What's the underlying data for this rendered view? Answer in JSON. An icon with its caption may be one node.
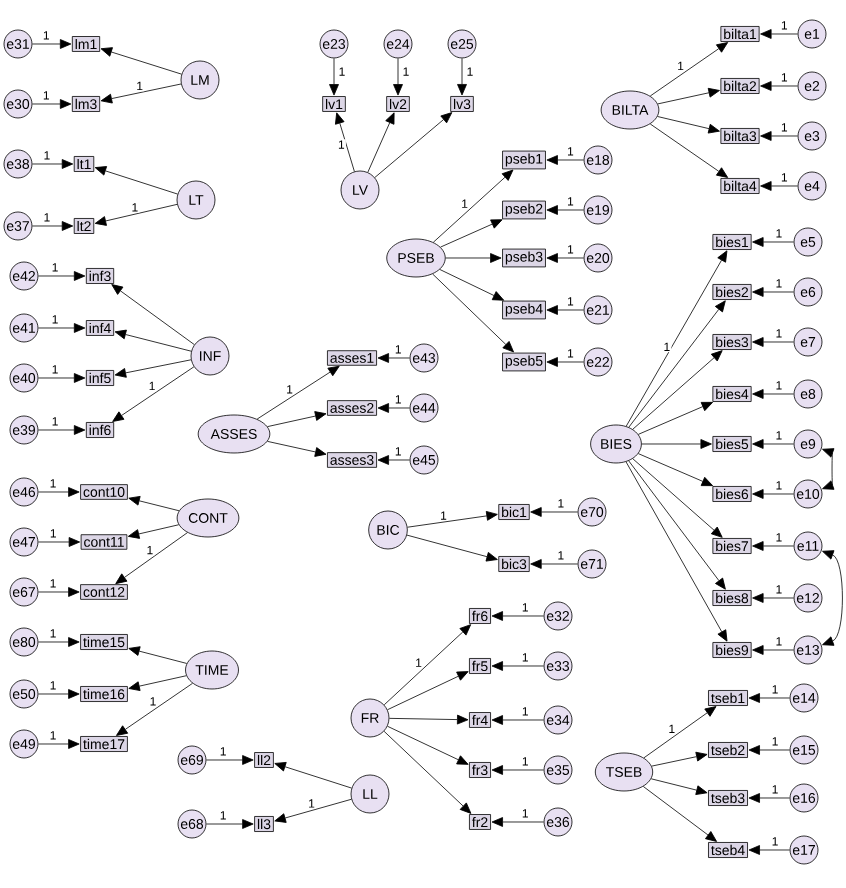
{
  "diagram": {
    "nodes": [
      {
        "text": [
          "LM"
        ]
      },
      {
        "text": [
          "lm1"
        ]
      },
      {
        "text": [
          "e31"
        ]
      },
      {
        "text": [
          "lm3"
        ]
      },
      {
        "text": [
          "e30"
        ]
      },
      {
        "text": [
          "LT"
        ]
      },
      {
        "text": [
          "lt1"
        ]
      },
      {
        "text": [
          "e38"
        ]
      },
      {
        "text": [
          "lt2"
        ]
      },
      {
        "text": [
          "e37"
        ]
      },
      {
        "text": [
          "INF"
        ]
      },
      {
        "text": [
          "inf3"
        ]
      },
      {
        "text": [
          "e42"
        ]
      },
      {
        "text": [
          "inf4"
        ]
      },
      {
        "text": [
          "e41"
        ]
      },
      {
        "text": [
          "inf5"
        ]
      },
      {
        "text": [
          "e40"
        ]
      },
      {
        "text": [
          "inf6"
        ]
      },
      {
        "text": [
          "e39"
        ]
      },
      {
        "text": [
          "CONT"
        ]
      },
      {
        "text": [
          "cont10"
        ]
      },
      {
        "text": [
          "e46"
        ]
      },
      {
        "text": [
          "cont11"
        ]
      },
      {
        "text": [
          "e47"
        ]
      },
      {
        "text": [
          "cont12"
        ]
      },
      {
        "text": [
          "e67"
        ]
      },
      {
        "text": [
          "TIME"
        ]
      },
      {
        "text": [
          "time15"
        ]
      },
      {
        "text": [
          "e80"
        ]
      },
      {
        "text": [
          "time16"
        ]
      },
      {
        "text": [
          "e50"
        ]
      },
      {
        "text": [
          "time17"
        ]
      },
      {
        "text": [
          "e49"
        ]
      },
      {
        "text": [
          "LL"
        ]
      },
      {
        "text": [
          "ll2"
        ]
      },
      {
        "text": [
          "e69"
        ]
      },
      {
        "text": [
          "ll3"
        ]
      },
      {
        "text": [
          "e68"
        ]
      },
      {
        "text": [
          "LV"
        ]
      },
      {
        "text": [
          "lv1"
        ]
      },
      {
        "text": [
          "e23"
        ]
      },
      {
        "text": [
          "lv2"
        ]
      },
      {
        "text": [
          "e24"
        ]
      },
      {
        "text": [
          "lv3"
        ]
      },
      {
        "text": [
          "e25"
        ]
      },
      {
        "text": [
          "ASSES"
        ]
      },
      {
        "text": [
          "asses1"
        ]
      },
      {
        "text": [
          "e43"
        ]
      },
      {
        "text": [
          "asses2"
        ]
      },
      {
        "text": [
          "e44"
        ]
      },
      {
        "text": [
          "asses3"
        ]
      },
      {
        "text": [
          "e45"
        ]
      },
      {
        "text": [
          "PSEB"
        ]
      },
      {
        "text": [
          "pseb1"
        ]
      },
      {
        "text": [
          "e18"
        ]
      },
      {
        "text": [
          "pseb2"
        ]
      },
      {
        "text": [
          "e19"
        ]
      },
      {
        "text": [
          "pseb3"
        ]
      },
      {
        "text": [
          "e20"
        ]
      },
      {
        "text": [
          "pseb4"
        ]
      },
      {
        "text": [
          "e21"
        ]
      },
      {
        "text": [
          "pseb5"
        ]
      },
      {
        "text": [
          "e22"
        ]
      },
      {
        "text": [
          "BILTA"
        ]
      },
      {
        "text": [
          "bilta1"
        ]
      },
      {
        "text": [
          "e1"
        ]
      },
      {
        "text": [
          "bilta2"
        ]
      },
      {
        "text": [
          "e2"
        ]
      },
      {
        "text": [
          "bilta3"
        ]
      },
      {
        "text": [
          "e3"
        ]
      },
      {
        "text": [
          "bilta4"
        ]
      },
      {
        "text": [
          "e4"
        ]
      },
      {
        "text": [
          "BIES"
        ]
      },
      {
        "text": [
          "bies1"
        ]
      },
      {
        "text": [
          "e5"
        ]
      },
      {
        "text": [
          "bies2"
        ]
      },
      {
        "text": [
          "e6"
        ]
      },
      {
        "text": [
          "bies3"
        ]
      },
      {
        "text": [
          "e7"
        ]
      },
      {
        "text": [
          "bies4"
        ]
      },
      {
        "text": [
          "e8"
        ]
      },
      {
        "text": [
          "bies5"
        ]
      },
      {
        "text": [
          "e9"
        ]
      },
      {
        "text": [
          "bies6"
        ]
      },
      {
        "text": [
          "e10"
        ]
      },
      {
        "text": [
          "bies7"
        ]
      },
      {
        "text": [
          "e11"
        ]
      },
      {
        "text": [
          "bies8"
        ]
      },
      {
        "text": [
          "e12"
        ]
      },
      {
        "text": [
          "bies9"
        ]
      },
      {
        "text": [
          "e13"
        ]
      },
      {
        "text": [
          "BIC"
        ]
      },
      {
        "text": [
          "bic1"
        ]
      },
      {
        "text": [
          "e70"
        ]
      },
      {
        "text": [
          "bic3"
        ]
      },
      {
        "text": [
          "e71"
        ]
      },
      {
        "text": [
          "FR"
        ]
      },
      {
        "text": [
          "fr6"
        ]
      },
      {
        "text": [
          "e32"
        ]
      },
      {
        "text": [
          "fr5"
        ]
      },
      {
        "text": [
          "e33"
        ]
      },
      {
        "text": [
          "fr4"
        ]
      },
      {
        "text": [
          "e34"
        ]
      },
      {
        "text": [
          "fr3"
        ]
      },
      {
        "text": [
          "e35"
        ]
      },
      {
        "text": [
          "fr2"
        ]
      },
      {
        "text": [
          "e36"
        ]
      },
      {
        "text": [
          "TSEB"
        ]
      },
      {
        "text": [
          "tseb1"
        ]
      },
      {
        "text": [
          "e14"
        ]
      },
      {
        "text": [
          "tseb2"
        ]
      },
      {
        "text": [
          "e15"
        ]
      },
      {
        "text": [
          "tseb3"
        ]
      },
      {
        "text": [
          "e16"
        ]
      },
      {
        "text": [
          "tseb4"
        ]
      },
      {
        "text": [
          "e17"
        ]
      }
    ],
    "edges": [
      {
        "from": 0,
        "to": 1,
        "arrow": "to"
      },
      {
        "from": 2,
        "to": 1,
        "arrow": "to",
        "label": "1"
      },
      {
        "from": 0,
        "to": 3,
        "arrow": "to",
        "label": "1"
      },
      {
        "from": 4,
        "to": 3,
        "arrow": "to",
        "label": "1"
      },
      {
        "from": 5,
        "to": 6,
        "arrow": "to"
      },
      {
        "from": 7,
        "to": 6,
        "arrow": "to",
        "label": "1"
      },
      {
        "from": 5,
        "to": 8,
        "arrow": "to",
        "label": "1"
      },
      {
        "from": 9,
        "to": 8,
        "arrow": "to",
        "label": "1"
      },
      {
        "from": 10,
        "to": 11,
        "arrow": "to"
      },
      {
        "from": 12,
        "to": 11,
        "arrow": "to",
        "label": "1"
      },
      {
        "from": 10,
        "to": 13,
        "arrow": "to"
      },
      {
        "from": 14,
        "to": 13,
        "arrow": "to",
        "label": "1"
      },
      {
        "from": 10,
        "to": 15,
        "arrow": "to"
      },
      {
        "from": 16,
        "to": 15,
        "arrow": "to",
        "label": "1"
      },
      {
        "from": 10,
        "to": 17,
        "arrow": "to",
        "label": "1"
      },
      {
        "from": 18,
        "to": 17,
        "arrow": "to",
        "label": "1"
      },
      {
        "from": 19,
        "to": 20,
        "arrow": "to"
      },
      {
        "from": 21,
        "to": 20,
        "arrow": "to",
        "label": "1"
      },
      {
        "from": 19,
        "to": 22,
        "arrow": "to"
      },
      {
        "from": 23,
        "to": 22,
        "arrow": "to",
        "label": "1"
      },
      {
        "from": 19,
        "to": 24,
        "arrow": "to",
        "label": "1"
      },
      {
        "from": 25,
        "to": 24,
        "arrow": "to",
        "label": "1"
      },
      {
        "from": 26,
        "to": 27,
        "arrow": "to"
      },
      {
        "from": 28,
        "to": 27,
        "arrow": "to",
        "label": "1"
      },
      {
        "from": 26,
        "to": 29,
        "arrow": "to"
      },
      {
        "from": 30,
        "to": 29,
        "arrow": "to",
        "label": "1"
      },
      {
        "from": 26,
        "to": 31,
        "arrow": "to",
        "label": "1"
      },
      {
        "from": 32,
        "to": 31,
        "arrow": "to",
        "label": "1"
      },
      {
        "from": 33,
        "to": 34,
        "arrow": "to"
      },
      {
        "from": 35,
        "to": 34,
        "arrow": "to",
        "label": "1"
      },
      {
        "from": 33,
        "to": 36,
        "arrow": "to",
        "label": "1"
      },
      {
        "from": 37,
        "to": 36,
        "arrow": "to",
        "label": "1"
      },
      {
        "from": 38,
        "to": 39,
        "arrow": "to",
        "label": "1"
      },
      {
        "from": 40,
        "to": 39,
        "arrow": "to",
        "label": "1"
      },
      {
        "from": 38,
        "to": 41,
        "arrow": "to"
      },
      {
        "from": 42,
        "to": 41,
        "arrow": "to",
        "label": "1"
      },
      {
        "from": 38,
        "to": 43,
        "arrow": "to"
      },
      {
        "from": 44,
        "to": 43,
        "arrow": "to",
        "label": "1"
      },
      {
        "from": 45,
        "to": 46,
        "arrow": "to",
        "label": "1"
      },
      {
        "from": 47,
        "to": 46,
        "arrow": "to",
        "label": "1"
      },
      {
        "from": 45,
        "to": 48,
        "arrow": "to"
      },
      {
        "from": 49,
        "to": 48,
        "arrow": "to",
        "label": "1"
      },
      {
        "from": 45,
        "to": 50,
        "arrow": "to"
      },
      {
        "from": 51,
        "to": 50,
        "arrow": "to",
        "label": "1"
      },
      {
        "from": 52,
        "to": 53,
        "arrow": "to",
        "label": "1"
      },
      {
        "from": 54,
        "to": 53,
        "arrow": "to",
        "label": "1"
      },
      {
        "from": 52,
        "to": 55,
        "arrow": "to"
      },
      {
        "from": 56,
        "to": 55,
        "arrow": "to",
        "label": "1"
      },
      {
        "from": 52,
        "to": 57,
        "arrow": "to"
      },
      {
        "from": 58,
        "to": 57,
        "arrow": "to",
        "label": "1"
      },
      {
        "from": 52,
        "to": 59,
        "arrow": "to"
      },
      {
        "from": 60,
        "to": 59,
        "arrow": "to",
        "label": "1"
      },
      {
        "from": 52,
        "to": 61,
        "arrow": "to"
      },
      {
        "from": 62,
        "to": 61,
        "arrow": "to",
        "label": "1"
      },
      {
        "from": 63,
        "to": 64,
        "arrow": "to",
        "label": "1"
      },
      {
        "from": 65,
        "to": 64,
        "arrow": "to",
        "label": "1"
      },
      {
        "from": 63,
        "to": 66,
        "arrow": "to"
      },
      {
        "from": 67,
        "to": 66,
        "arrow": "to",
        "label": "1"
      },
      {
        "from": 63,
        "to": 68,
        "arrow": "to"
      },
      {
        "from": 69,
        "to": 68,
        "arrow": "to",
        "label": "1"
      },
      {
        "from": 63,
        "to": 70,
        "arrow": "to"
      },
      {
        "from": 71,
        "to": 70,
        "arrow": "to",
        "label": "1"
      },
      {
        "from": 72,
        "to": 73,
        "arrow": "to",
        "label": "1"
      },
      {
        "from": 74,
        "to": 73,
        "arrow": "to",
        "label": "1"
      },
      {
        "from": 72,
        "to": 75,
        "arrow": "to"
      },
      {
        "from": 76,
        "to": 75,
        "arrow": "to",
        "label": "1"
      },
      {
        "from": 72,
        "to": 77,
        "arrow": "to"
      },
      {
        "from": 78,
        "to": 77,
        "arrow": "to",
        "label": "1"
      },
      {
        "from": 72,
        "to": 79,
        "arrow": "to"
      },
      {
        "from": 80,
        "to": 79,
        "arrow": "to",
        "label": "1"
      },
      {
        "from": 72,
        "to": 81,
        "arrow": "to"
      },
      {
        "from": 82,
        "to": 81,
        "arrow": "to",
        "label": "1"
      },
      {
        "from": 72,
        "to": 83,
        "arrow": "to"
      },
      {
        "from": 84,
        "to": 83,
        "arrow": "to",
        "label": "1"
      },
      {
        "from": 72,
        "to": 85,
        "arrow": "to"
      },
      {
        "from": 86,
        "to": 85,
        "arrow": "to",
        "label": "1"
      },
      {
        "from": 72,
        "to": 87,
        "arrow": "to"
      },
      {
        "from": 88,
        "to": 87,
        "arrow": "to",
        "label": "1"
      },
      {
        "from": 72,
        "to": 89,
        "arrow": "to"
      },
      {
        "from": 90,
        "to": 89,
        "arrow": "to",
        "label": "1"
      },
      {
        "from": 82,
        "to": 84,
        "arrow": "both"
      },
      {
        "from": 86,
        "to": 90,
        "arrow": "both"
      },
      {
        "from": 91,
        "to": 92,
        "arrow": "to",
        "label": "1"
      },
      {
        "from": 93,
        "to": 92,
        "arrow": "to",
        "label": "1"
      },
      {
        "from": 91,
        "to": 94,
        "arrow": "to"
      },
      {
        "from": 95,
        "to": 94,
        "arrow": "to",
        "label": "1"
      },
      {
        "from": 96,
        "to": 97,
        "arrow": "to",
        "label": "1"
      },
      {
        "from": 98,
        "to": 97,
        "arrow": "to",
        "label": "1"
      },
      {
        "from": 96,
        "to": 99,
        "arrow": "to"
      },
      {
        "from": 100,
        "to": 99,
        "arrow": "to",
        "label": "1"
      },
      {
        "from": 96,
        "to": 101,
        "arrow": "to"
      },
      {
        "from": 102,
        "to": 101,
        "arrow": "to",
        "label": "1"
      },
      {
        "from": 96,
        "to": 103,
        "arrow": "to"
      },
      {
        "from": 104,
        "to": 103,
        "arrow": "to",
        "label": "1"
      },
      {
        "from": 96,
        "to": 105,
        "arrow": "to"
      },
      {
        "from": 106,
        "to": 105,
        "arrow": "to",
        "label": "1"
      },
      {
        "from": 107,
        "to": 108,
        "arrow": "to",
        "label": "1"
      },
      {
        "from": 109,
        "to": 108,
        "arrow": "to",
        "label": "1"
      },
      {
        "from": 107,
        "to": 110,
        "arrow": "to"
      },
      {
        "from": 111,
        "to": 110,
        "arrow": "to",
        "label": "1"
      },
      {
        "from": 107,
        "to": 112,
        "arrow": "to"
      },
      {
        "from": 113,
        "to": 112,
        "arrow": "to",
        "label": "1"
      },
      {
        "from": 107,
        "to": 114,
        "arrow": "to"
      },
      {
        "from": 115,
        "to": 114,
        "arrow": "to",
        "label": "1"
      }
    ]
  }
}
